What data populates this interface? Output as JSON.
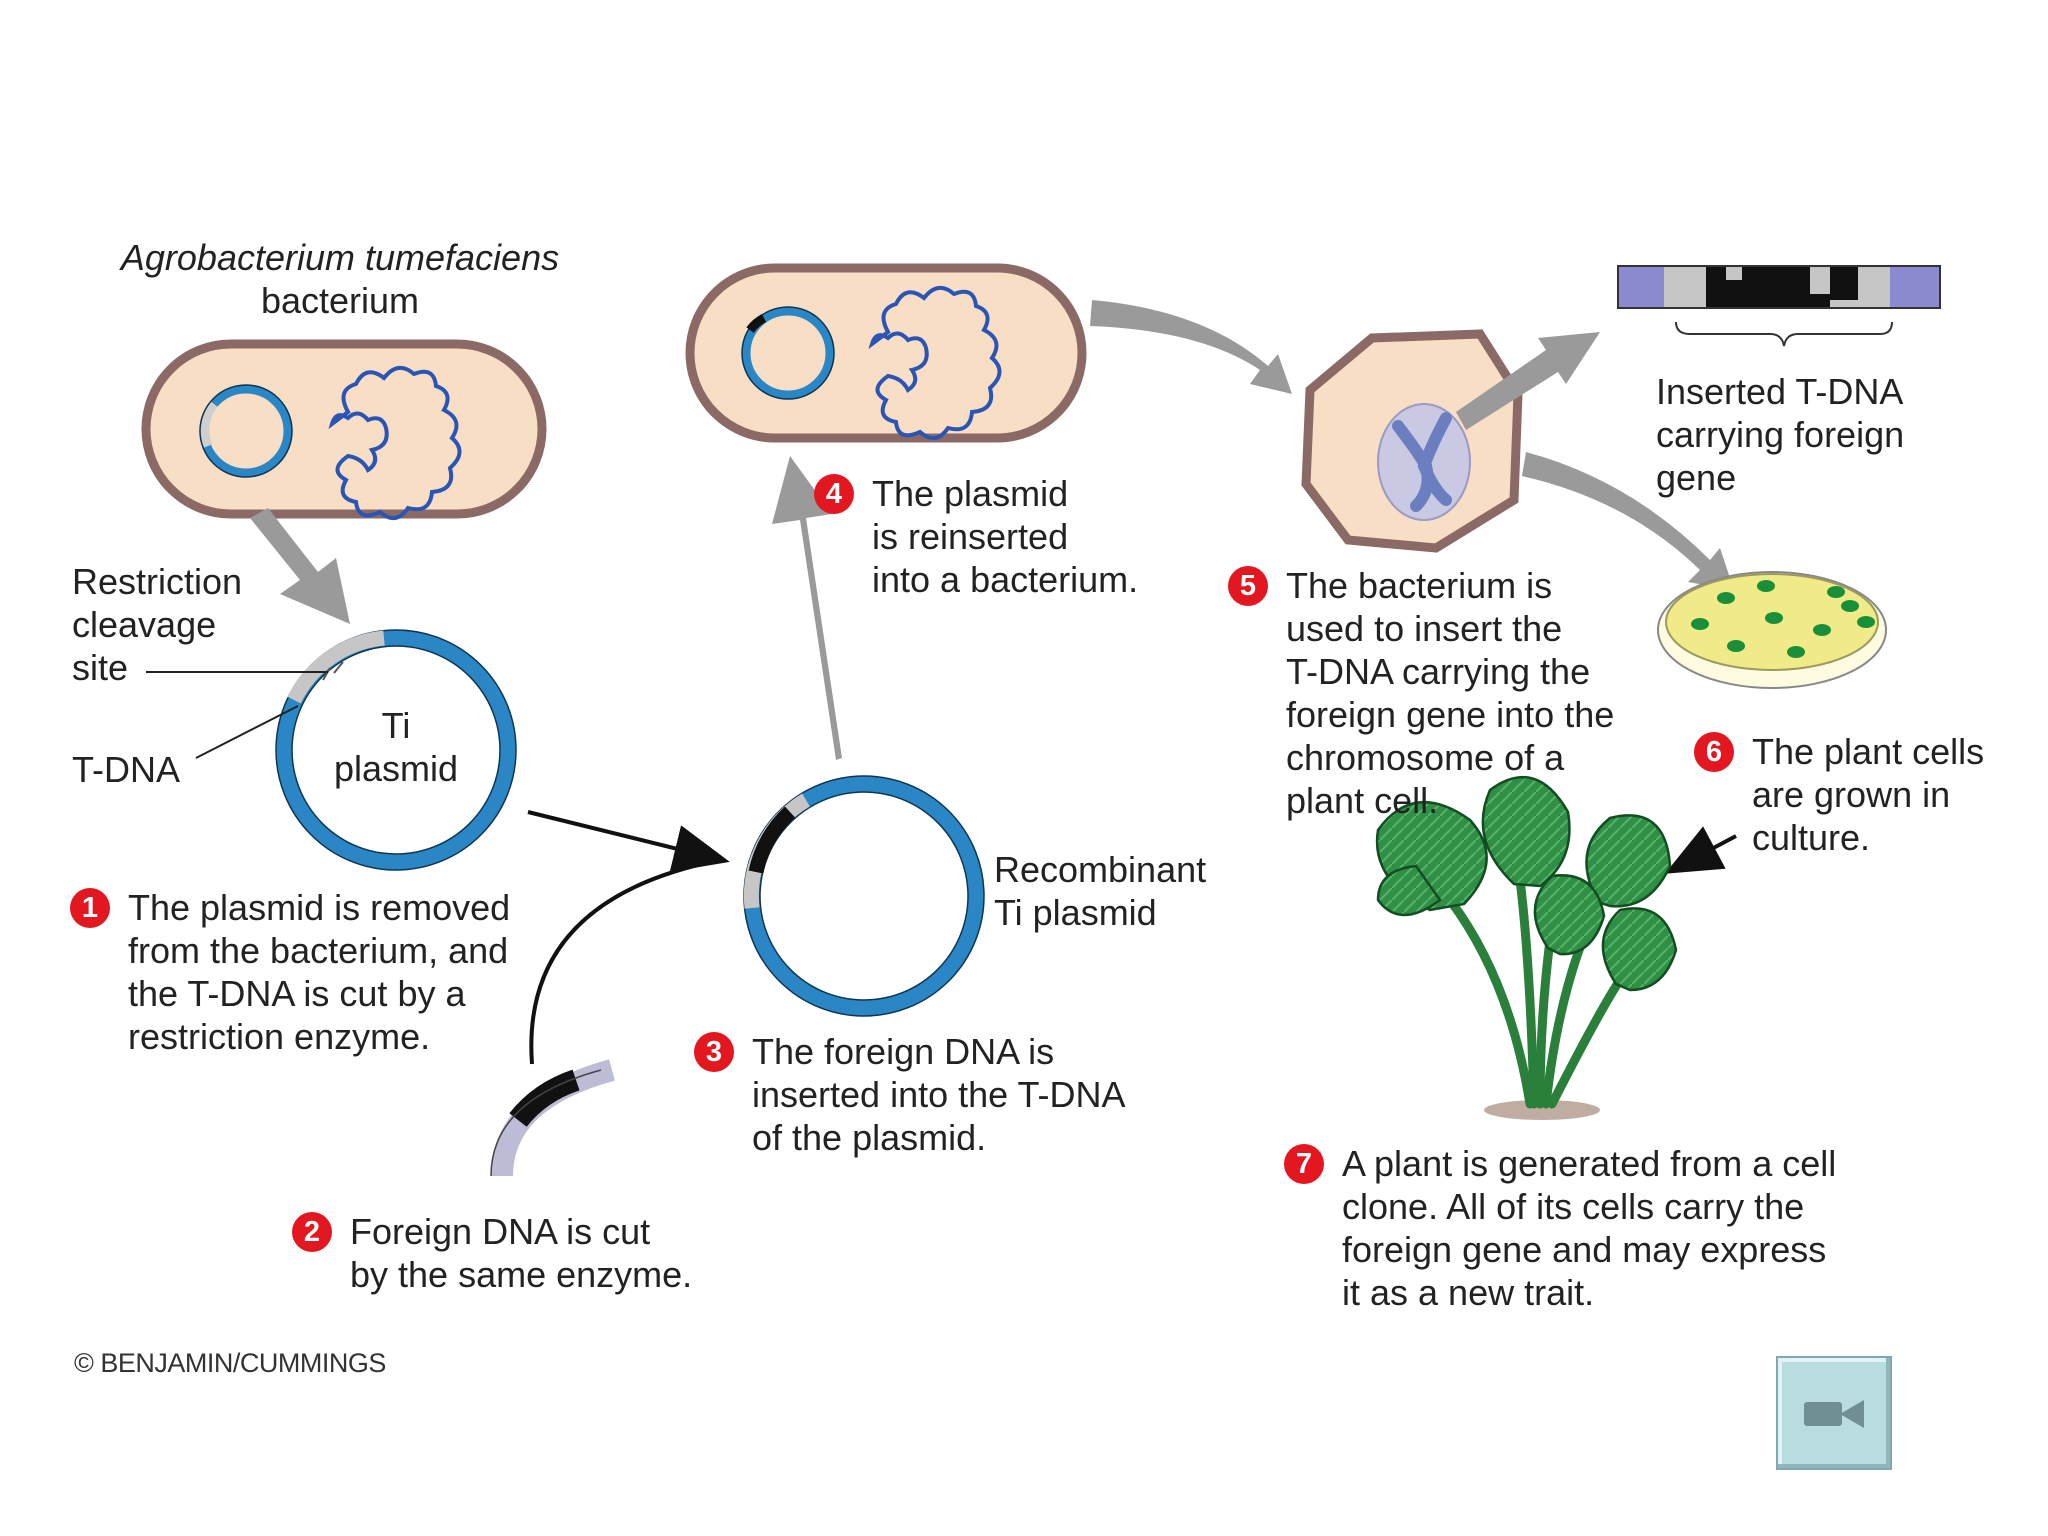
{
  "title": {
    "line1": "Agrobacterium tumefaciens",
    "line2": "bacterium"
  },
  "labels": {
    "restriction_site": [
      "Restriction",
      "cleavage",
      "site"
    ],
    "t_dna": "T-DNA",
    "ti_plasmid": [
      "Ti",
      "plasmid"
    ],
    "recombinant": [
      "Recombinant",
      "Ti plasmid"
    ],
    "inserted_tdna": [
      "Inserted T-DNA",
      "carrying foreign",
      "gene"
    ]
  },
  "steps": [
    {
      "number": "1",
      "lines": [
        "The plasmid is removed",
        "from the bacterium, and",
        "the T-DNA is cut by a",
        "restriction enzyme."
      ]
    },
    {
      "number": "2",
      "lines": [
        "Foreign DNA is cut",
        "by the same enzyme."
      ]
    },
    {
      "number": "3",
      "lines": [
        "The foreign DNA is",
        "inserted into the T-DNA",
        "of the plasmid."
      ]
    },
    {
      "number": "4",
      "lines": [
        "The plasmid",
        "is reinserted",
        "into a bacterium."
      ]
    },
    {
      "number": "5",
      "lines": [
        "The bacterium is",
        "used to insert the",
        "T-DNA carrying the",
        "foreign gene into the",
        "chromosome of a",
        "plant cell."
      ]
    },
    {
      "number": "6",
      "lines": [
        "The plant cells",
        "are grown in",
        "culture."
      ]
    },
    {
      "number": "7",
      "lines": [
        "A plant is generated from a cell",
        "clone. All of its cells carry the",
        "foreign gene and may express",
        "it as a new trait."
      ]
    }
  ],
  "copyright": "© BENJAMIN/CUMMINGS",
  "icons": {
    "video_button": "video-camera-icon"
  },
  "colors": {
    "cell_fill": "#f8dec5",
    "cell_stroke": "#8b6a66",
    "plasmid_blue": "#2a86c4",
    "dna_blue": "#2a55b5",
    "arrow_gray": "#9a9a9a",
    "badge_red": "#e3171f",
    "leaf_green": "#2f8f45"
  }
}
